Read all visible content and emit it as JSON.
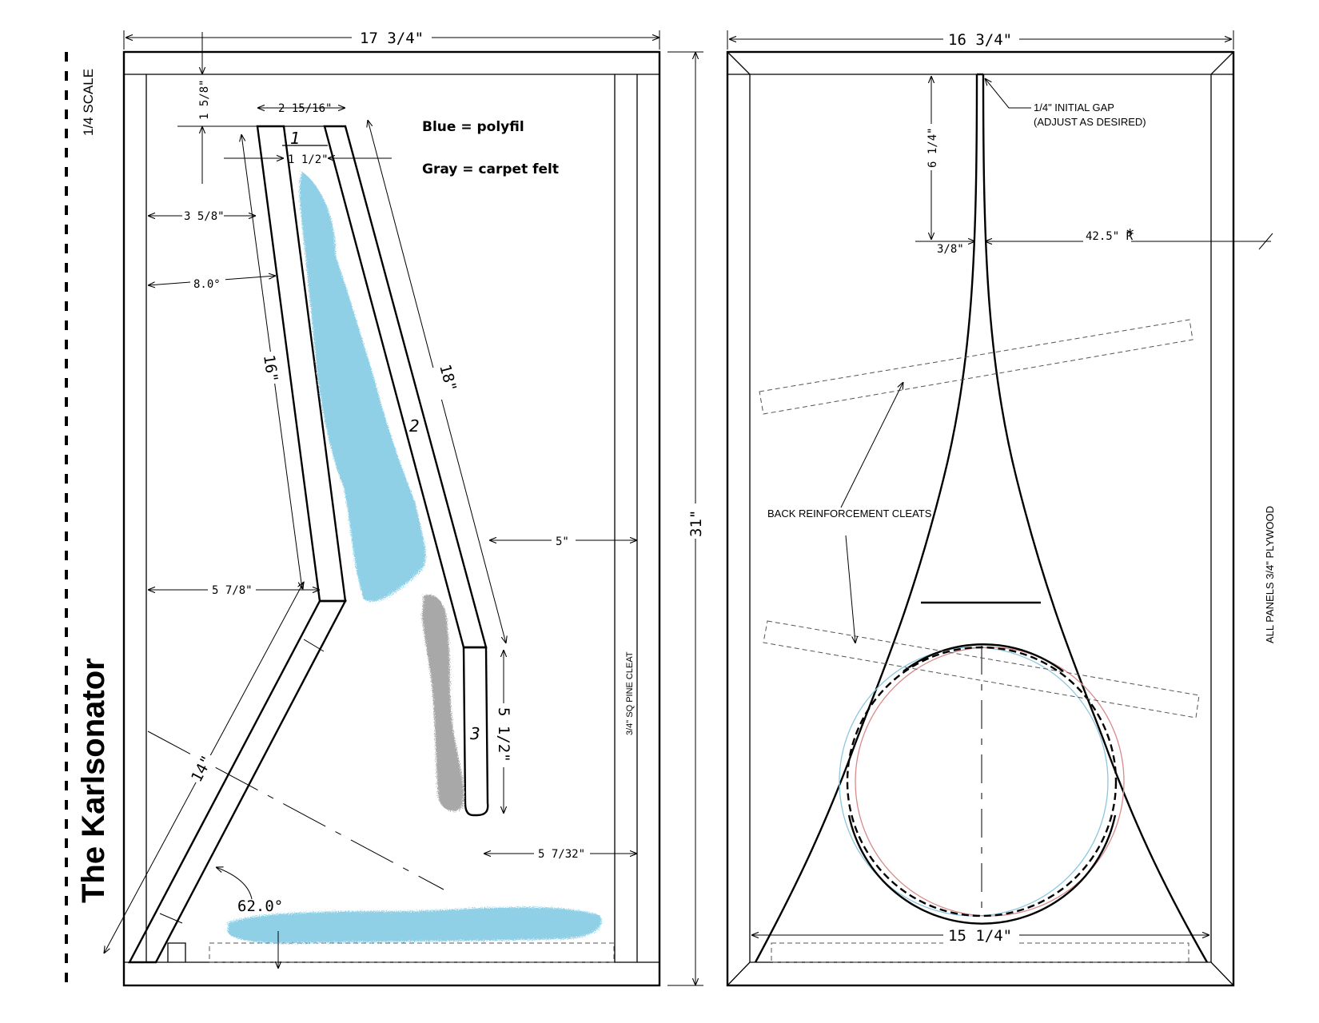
{
  "title": "The Karlsonator",
  "scale_label": "1/4 SCALE",
  "legend": {
    "blue": "Blue = polyfil",
    "gray": "Gray = carpet felt"
  },
  "colors": {
    "polyfil": "#8fd0e6",
    "felt": "#a8a8a8",
    "circle_blue": "#8cc6e0",
    "circle_red": "#d88a8a"
  },
  "side_view": {
    "width": "17 3/4\"",
    "height": "31\"",
    "top_offset": "1 5/8\"",
    "mouth_width": "2 15/16\"",
    "throat_width": "1 1/2\"",
    "offset_3_5_8": "3 5/8\"",
    "angle_8": "8.0°",
    "panel_16": "16\"",
    "panel_18": "18\"",
    "offset_5_7_8": "5 7/8\"",
    "offset_5": "5\"",
    "panel_5_1_2": "5 1/2\"",
    "panel_14": "14\"",
    "offset_5_7_32": "5 7/32\"",
    "angle_62": "62.0°",
    "cleat": "3/4\" SQ PINE CLEAT",
    "panel_labels": [
      "1",
      "2",
      "3"
    ]
  },
  "front_view": {
    "width": "16 3/4\"",
    "gap_note_1": "1/4\" INITIAL GAP",
    "gap_note_2": "(ADJUST AS DESIRED)",
    "depth_6_1_4": "6 1/4\"",
    "slot_3_8": "3/8\"",
    "radius": "42.5\" R",
    "asterisk": "*",
    "cleats_note": "BACK REINFORCEMENT CLEATS",
    "bottom_width": "15 1/4\"",
    "plywood_note": "ALL PANELS 3/4\" PLYWOOD"
  }
}
